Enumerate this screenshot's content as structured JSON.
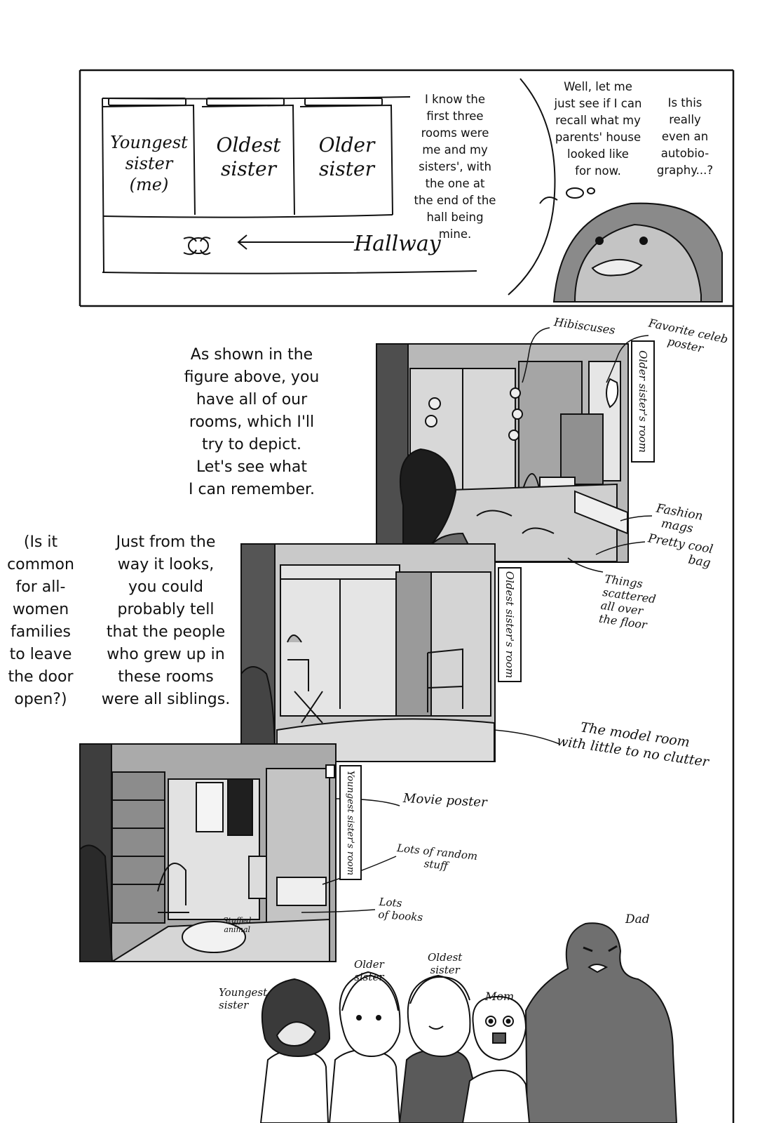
{
  "floorplan": {
    "rooms": [
      "Youngest\nsister\n(me)",
      "Oldest\nsister",
      "Older\nsister"
    ],
    "hallway": "Hallway"
  },
  "bubbles": {
    "thought": "I know the\nfirst three\nrooms were\nme and my\nsisters', with\nthe one at\nthe end of the\nhall being\nmine.",
    "speech": "Well, let me\njust see if I can\nrecall what my\nparents' house\nlooked like\nfor now.",
    "aside": "Is this\nreally\neven an\nautobio-\ngraphy...?"
  },
  "narration": {
    "main": "As shown in the\nfigure above, you\nhave all of our\nrooms, which I'll\ntry to depict.\nLet's see what\nI can remember.",
    "siblings": "Just from the\nway it looks,\nyou could\nprobably tell\nthat the people\nwho grew up in\nthese rooms\nwere all siblings.",
    "door": "(Is it\ncommon\nfor all-\nwomen\nfamilies\nto leave\nthe door\nopen?)"
  },
  "panels": {
    "older_sister": {
      "room_label": "Older sister's room",
      "notes": {
        "hibiscus": "Hibiscuses",
        "poster": "Favorite celeb\nposter",
        "mags": "Fashion\nmags",
        "bag": "Pretty cool\nbag",
        "floor": "Things\nscattered\nall over\nthe floor"
      }
    },
    "oldest_sister": {
      "room_label": "Oldest sister's room",
      "notes": {
        "model": "The model room\nwith little to no clutter"
      }
    },
    "youngest_sister": {
      "room_label": "Youngest sister's room",
      "stuffed": "Stuffed\nanimal",
      "notes": {
        "movie": "Movie poster",
        "random": "Lots of random\nstuff",
        "books": "Lots\nof books"
      }
    }
  },
  "family": {
    "youngest": "Youngest\nsister",
    "older": "Older\nsister",
    "oldest": "Oldest\nsister",
    "mom": "Mom",
    "dad": "Dad"
  }
}
